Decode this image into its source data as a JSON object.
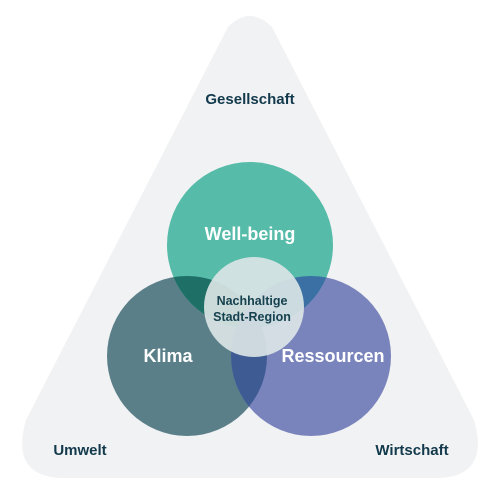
{
  "corners": {
    "top": "Gesellschaft",
    "bottom_left": "Umwelt",
    "bottom_right": "Wirtschaft"
  },
  "circles": {
    "top": "Well-being",
    "left": "Klima",
    "right": "Ressourcen"
  },
  "center": {
    "line1": "Nachhaltige",
    "line2": "Stadt-Region"
  },
  "colors": {
    "triangle": "#f1f2f3",
    "top_circle": "#57bba9",
    "left_circle": "#5a7f88",
    "right_circle": "#7a84bc",
    "top_left_overlap": "#1e6f66",
    "top_right_overlap": "#3a70a3",
    "left_right_overlap": "#3f5b93",
    "center": "#dde7e7",
    "corner_text": "#123a4c",
    "circle_text": "#ffffff",
    "center_text": "#16414f"
  }
}
